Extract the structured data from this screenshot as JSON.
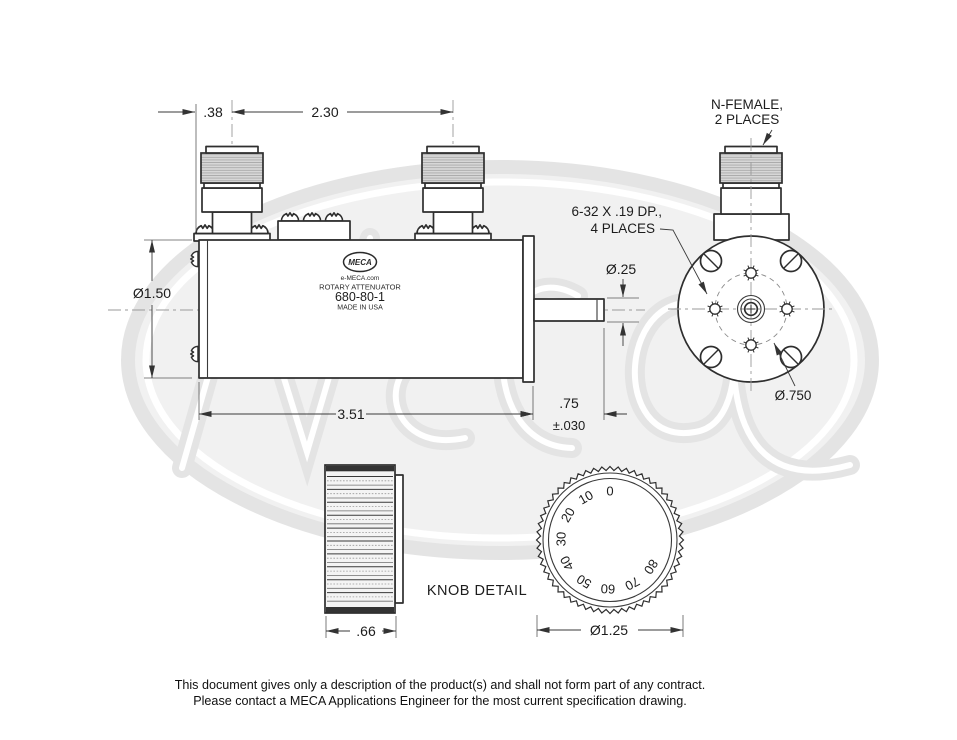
{
  "drawing": {
    "watermark": {
      "brand": "MECA"
    },
    "side_view": {
      "dims": {
        "offset_38": ".38",
        "spacing_230": "2.30",
        "dia_150": "Ø1.50",
        "shaft_dia_25": "Ø.25",
        "body_len_351": "3.51",
        "shaft_len_75": ".75",
        "shaft_tol": "±.030"
      },
      "label": {
        "logo": "MECA",
        "url": "e-MECA.com",
        "product": "ROTARY ATTENUATOR",
        "model": "680-80-1",
        "origin": "MADE IN USA"
      }
    },
    "end_view": {
      "connector_note_1": "N-FEMALE,",
      "connector_note_2": "2 PLACES",
      "screw_note_1": "6-32 X .19 DP.,",
      "screw_note_2": "4 PLACES",
      "bolt_circle_dia": "Ø.750"
    },
    "knob": {
      "detail_label": "KNOB DETAIL",
      "width_dim": ".66",
      "dia_dim": "Ø1.25",
      "dial_values": [
        "0",
        "10",
        "20",
        "30",
        "40",
        "50",
        "60",
        "70",
        "80"
      ],
      "dial_step_deg": 29.6
    },
    "disclaimer": {
      "line1": "This document gives only a description of the product(s) and shall not form part of any contract.",
      "line2": "Please contact a MECA Applications Engineer for the most current specification drawing."
    }
  }
}
